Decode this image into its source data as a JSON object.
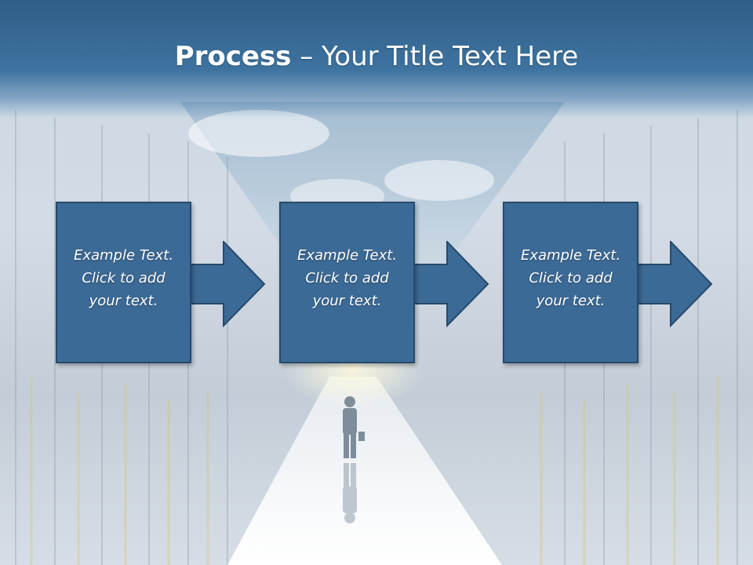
{
  "slide": {
    "title_bold": "Process",
    "title_rest": " – Your Title Text Here"
  },
  "steps": [
    {
      "text": "Example Text.\nClick  to add\nyour text."
    },
    {
      "text": "Example Text.\nClick  to add\nyour text."
    },
    {
      "text": "Example Text.\nClick  to add\nyour text."
    }
  ],
  "colors": {
    "box_fill": "#3c6a96",
    "box_border": "#26496b",
    "header": "#2f5f88"
  }
}
